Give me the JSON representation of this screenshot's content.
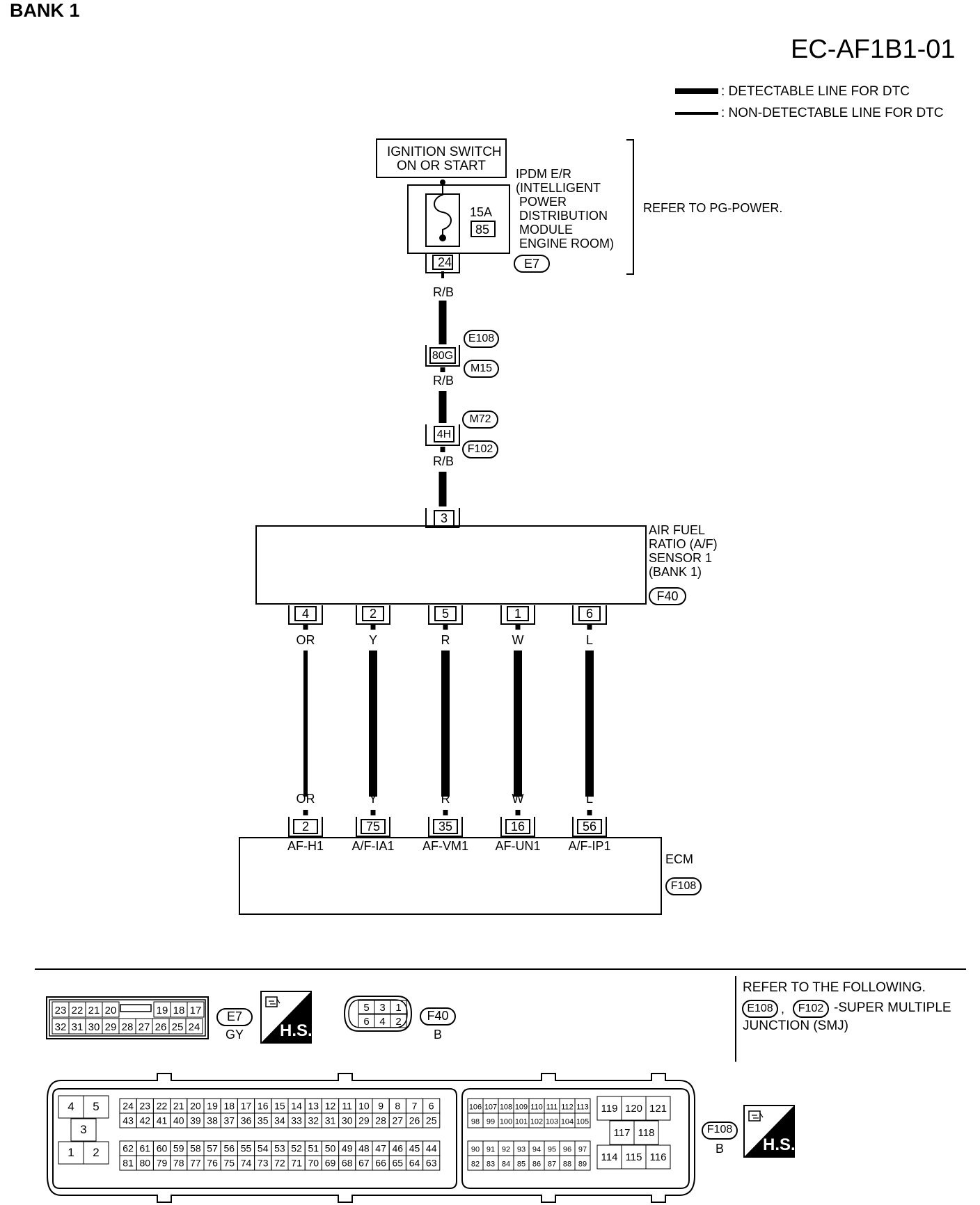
{
  "header": {
    "bank_label": "BANK 1",
    "diagram_code": "EC-AF1B1-01"
  },
  "legend": {
    "detectable": ": DETECTABLE LINE FOR DTC",
    "non_detectable": ": NON-DETECTABLE LINE FOR DTC"
  },
  "power": {
    "ignition_line1": "IGNITION SWITCH",
    "ignition_line2": "ON OR START",
    "fuse_amp": "15A",
    "fuse_no": "85",
    "ipdm_lines": [
      "IPDM E/R",
      "(INTELLIGENT",
      "POWER",
      "DISTRIBUTION",
      "MODULE",
      "ENGINE ROOM)"
    ],
    "ipdm_terminal": "24",
    "ipdm_connector": "E7",
    "refer": "REFER TO PG-POWER."
  },
  "harness": {
    "wire_color": "R/B",
    "junction1": {
      "pin": "80G",
      "connector_top": "E108",
      "connector_bottom": "M15"
    },
    "junction2": {
      "pin": "4H",
      "connector_top": "M72",
      "connector_bottom": "F102"
    }
  },
  "sensor": {
    "power_pin": "3",
    "name_lines": [
      "AIR FUEL",
      "RATIO (A/F)",
      "SENSOR 1",
      "(BANK 1)"
    ],
    "connector": "F40"
  },
  "wires": [
    {
      "sensor_pin": "4",
      "color": "OR",
      "ecm_pin": "2",
      "ecm_signal": "AF-H1"
    },
    {
      "sensor_pin": "2",
      "color": "Y",
      "ecm_pin": "75",
      "ecm_signal": "A/F-IA1"
    },
    {
      "sensor_pin": "5",
      "color": "R",
      "ecm_pin": "35",
      "ecm_signal": "AF-VM1"
    },
    {
      "sensor_pin": "1",
      "color": "W",
      "ecm_pin": "16",
      "ecm_signal": "AF-UN1"
    },
    {
      "sensor_pin": "6",
      "color": "L",
      "ecm_pin": "56",
      "ecm_signal": "A/F-IP1"
    }
  ],
  "ecm": {
    "name": "ECM",
    "connector": "F108"
  },
  "connectors": {
    "e7": {
      "top_row": [
        "23",
        "22",
        "21",
        "20",
        "",
        "19",
        "18",
        "17"
      ],
      "bottom_row": [
        "32",
        "31",
        "30",
        "29",
        "28",
        "27",
        "26",
        "25",
        "24"
      ],
      "label": "E7",
      "color": "GY"
    },
    "f40": {
      "top_row": [
        "5",
        "3",
        "1"
      ],
      "bottom_row": [
        "6",
        "4",
        "2"
      ],
      "label": "F40",
      "color": "B"
    },
    "f108": {
      "label": "F108",
      "color": "B",
      "left_power": {
        "top": [
          "4",
          "5"
        ],
        "middle": "3",
        "bottom": [
          "1",
          "2"
        ]
      },
      "left_rows": [
        [
          "24",
          "23",
          "22",
          "21",
          "20",
          "19",
          "18",
          "17",
          "16",
          "15",
          "14",
          "13",
          "12",
          "11",
          "10",
          "9",
          "8",
          "7",
          "6"
        ],
        [
          "43",
          "42",
          "41",
          "40",
          "39",
          "38",
          "37",
          "36",
          "35",
          "34",
          "33",
          "32",
          "31",
          "30",
          "29",
          "28",
          "27",
          "26",
          "25"
        ],
        [
          "62",
          "61",
          "60",
          "59",
          "58",
          "57",
          "56",
          "55",
          "54",
          "53",
          "52",
          "51",
          "50",
          "49",
          "48",
          "47",
          "46",
          "45",
          "44"
        ],
        [
          "81",
          "80",
          "79",
          "78",
          "77",
          "76",
          "75",
          "74",
          "73",
          "72",
          "71",
          "70",
          "69",
          "68",
          "67",
          "66",
          "65",
          "64",
          "63"
        ]
      ],
      "right_rows": [
        [
          "106",
          "107",
          "108",
          "109",
          "110",
          "111",
          "112",
          "113"
        ],
        [
          "98",
          "99",
          "100",
          "101",
          "102",
          "103",
          "104",
          "105"
        ],
        [
          "90",
          "91",
          "92",
          "93",
          "94",
          "95",
          "96",
          "97"
        ],
        [
          "82",
          "83",
          "84",
          "85",
          "86",
          "87",
          "88",
          "89"
        ]
      ],
      "power_block": {
        "top": [
          "119",
          "120",
          "121"
        ],
        "middle": [
          "117",
          "118"
        ],
        "bottom": [
          "114",
          "115",
          "116"
        ]
      }
    }
  },
  "hs_badge": "H.S.",
  "reference": {
    "title": "REFER TO THE FOLLOWING.",
    "conn1": "E108",
    "conn2": "F102",
    "line1_suffix": "-SUPER MULTIPLE",
    "line2": "JUNCTION (SMJ)"
  }
}
